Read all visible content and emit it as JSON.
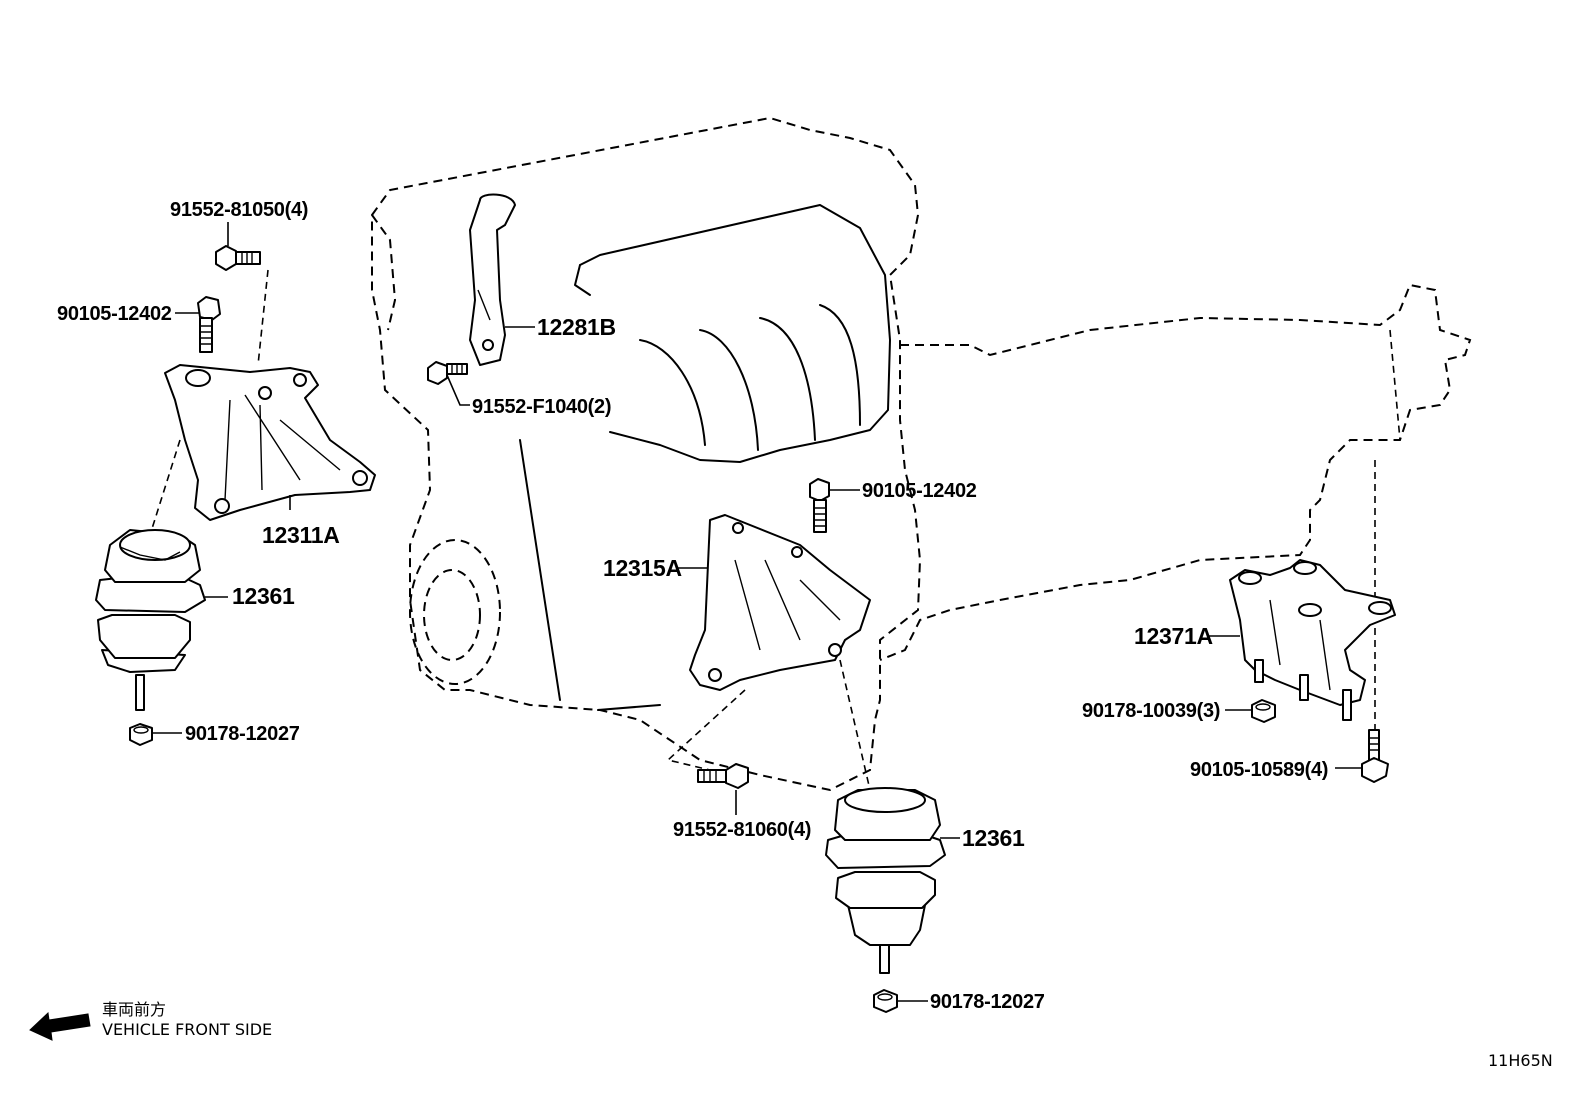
{
  "labels": {
    "p_91552_81050": "91552-81050(4)",
    "p_90105_12402_left": "90105-12402",
    "p_12311A": "12311A",
    "p_12361_left": "12361",
    "p_90178_12027_left": "90178-12027",
    "p_12281B": "12281B",
    "p_91552_F1040": "91552-F1040(2)",
    "p_90105_12402_mid": "90105-12402",
    "p_12315A": "12315A",
    "p_91552_81060": "91552-81060(4)",
    "p_12361_mid": "12361",
    "p_90178_12027_mid": "90178-12027",
    "p_12371A": "12371A",
    "p_90178_10039": "90178-10039(3)",
    "p_90105_10589": "90105-10589(4)"
  },
  "legend": {
    "japanese": "車両前方",
    "english": "VEHICLE FRONT SIDE"
  },
  "figure_code": "11H65N",
  "icons": [
    "front-direction-arrow-icon"
  ]
}
